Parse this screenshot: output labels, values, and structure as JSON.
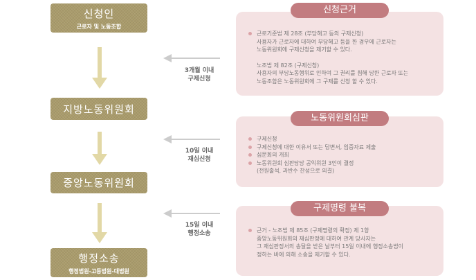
{
  "flow": [
    {
      "title": "신청인",
      "subtitle": "근로자 및 노동조합"
    },
    {
      "title": "지방노동위원회"
    },
    {
      "title": "중앙노동위원회"
    },
    {
      "title": "행정소송",
      "subtitle": "행정법원-고등법원-대법원"
    }
  ],
  "deadlines": [
    {
      "line1": "3개월 이내",
      "line2": "구제신청"
    },
    {
      "line1": "10일 이내",
      "line2": "재심신청"
    },
    {
      "line1": "15일 이내",
      "line2": "행정소송"
    }
  ],
  "panels": [
    {
      "title": "신청근거",
      "items": [
        "근로기준법 제 28조 (부당해고 등의 구제신청)",
        "사용자가 근로자에 대하여 부당해고 등을 한 경우에 근로자는",
        "노동위원회에 구제신청을 제기할 수 있다.",
        "노조법 제 82조 (구제신청)",
        "사용자의 부당노동행위로 인하여 그 권리를 침해 당한 근로자 또는",
        "노동조합은 노동위원회에 그 구제를 신청 할 수 있다."
      ]
    },
    {
      "title": "노동위원회심판",
      "items": [
        "구제신청",
        "구제신청에 대한 이유서 또는 답변서, 입증자료 제출",
        "심문회의 개최",
        "노동위원회 심판담당 공익위원 3인이 결정",
        "(전원출석, 과반수 찬성으로 의결)"
      ]
    },
    {
      "title": "구제명령 불복",
      "items": [
        "근거 - 노조법 제 85조 (구제명령의 확정) 제 1항",
        "중앙노동위원회의 재심판정에 대하여 관계 당사자는",
        "그 재심판정서의 송달을 받은 날부터 15일 이내에 행정소송법이",
        "정하는 바에 의해 소송을 제기할 수 있다."
      ]
    }
  ]
}
